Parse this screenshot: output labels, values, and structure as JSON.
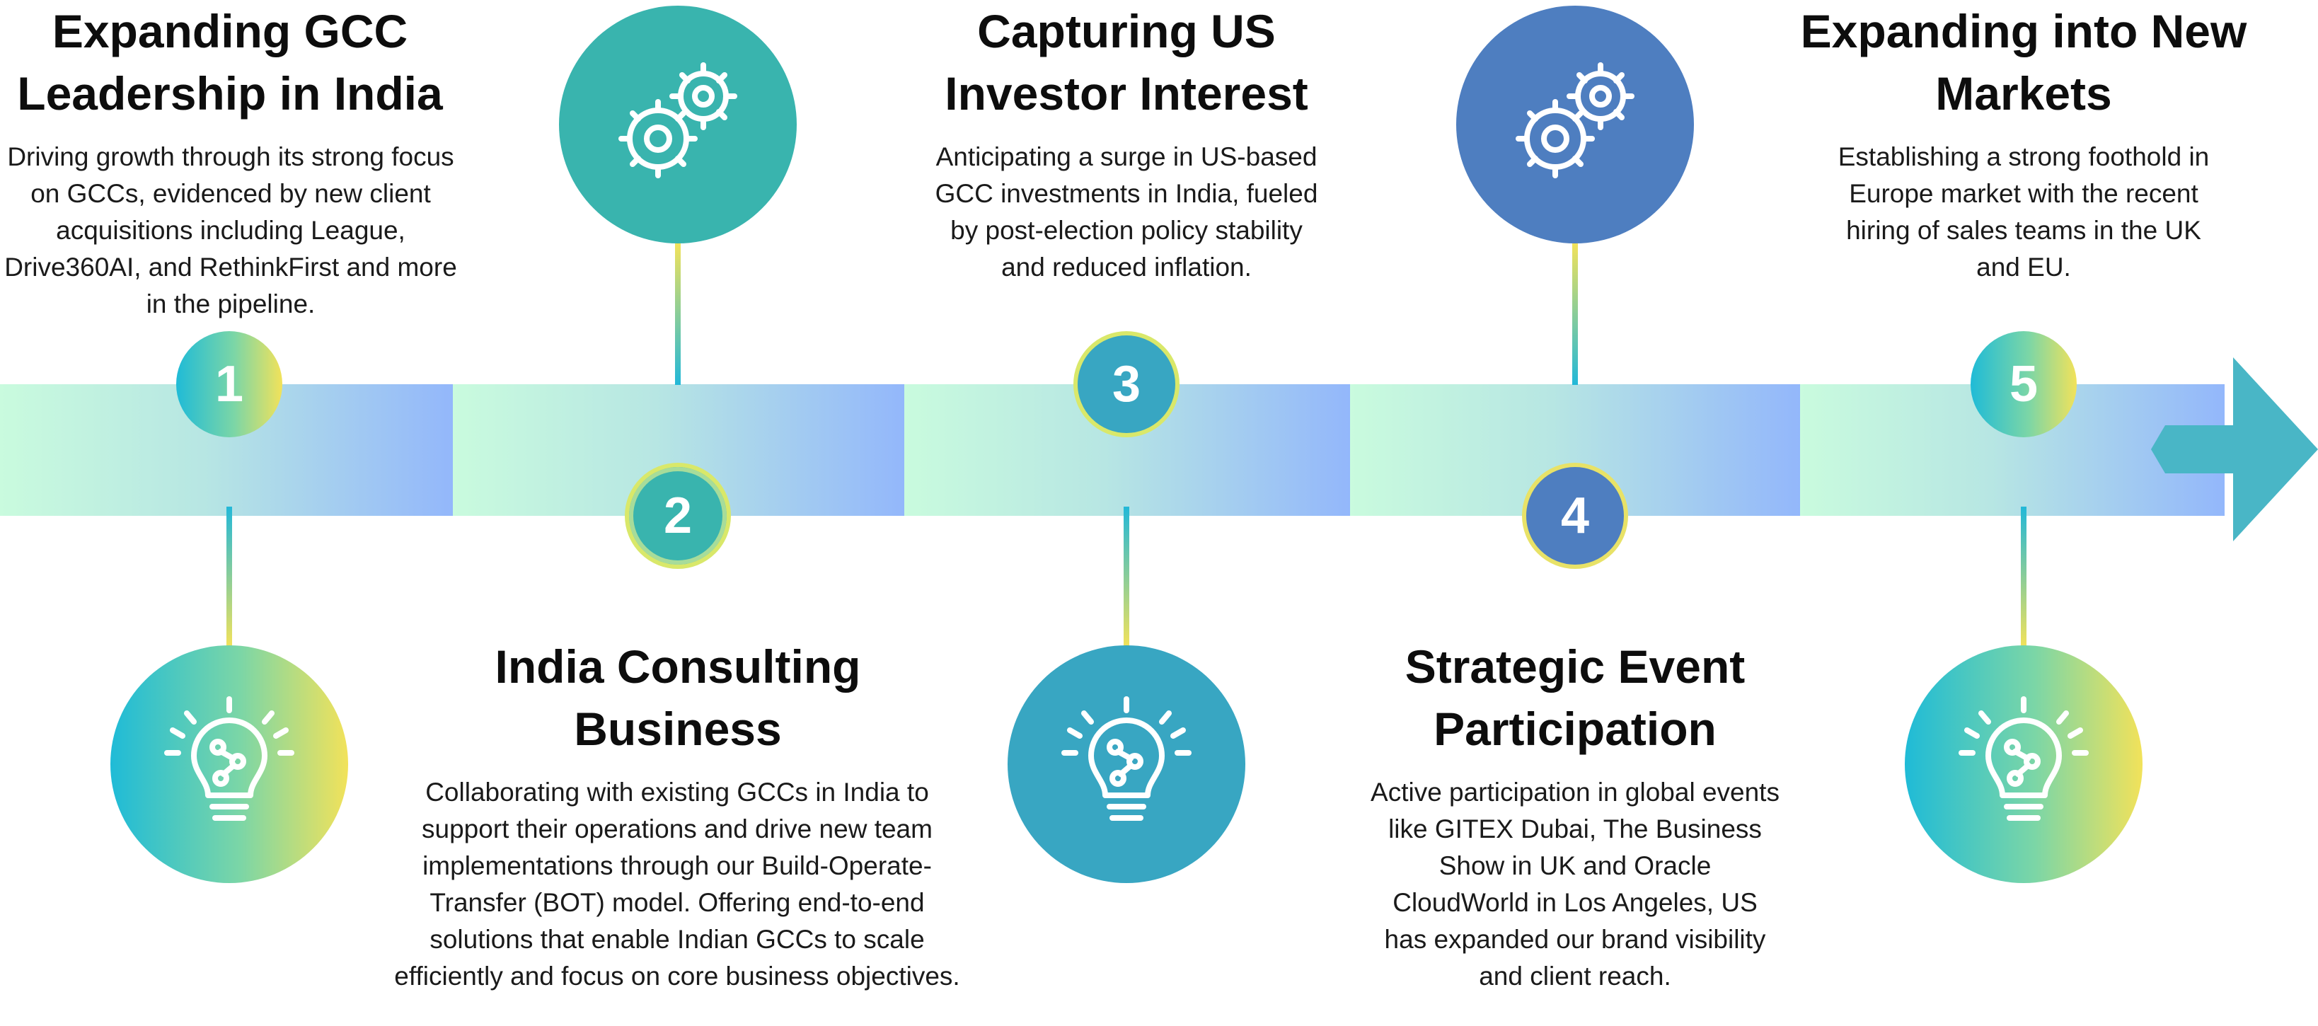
{
  "colors": {
    "band_start": "#c9fbde",
    "band_end": "#93b7fb",
    "teal": "#39b4ae",
    "blue": "#4e7ec0",
    "cyan_blue": "#38a6c2",
    "yellow": "#f7e25e",
    "arrow": "#49b6c6"
  },
  "milestones": [
    {
      "number": "1",
      "title_lines": [
        "Expanding GCC",
        "Leadership in India"
      ],
      "description": "Driving growth through its strong focus on GCCs, evidenced by new client acquisitions including League, Drive360AI, and RethinkFirst and more in the pipeline.",
      "icon": "lightbulb-icon"
    },
    {
      "number": "2",
      "title_lines": [
        "India Consulting",
        "Business"
      ],
      "description": "Collaborating with existing GCCs in India to support their operations and drive new team implementations through our Build-Operate-Transfer (BOT) model. Offering end-to-end solutions that enable Indian GCCs to scale efficiently and focus on core business objectives.",
      "icon": "gears-icon"
    },
    {
      "number": "3",
      "title_lines": [
        "Capturing US",
        "Investor Interest"
      ],
      "description": "Anticipating a surge in US-based GCC investments in India, fueled by post-election policy stability and reduced inflation.",
      "icon": "lightbulb-icon"
    },
    {
      "number": "4",
      "title_lines": [
        "Strategic Event",
        "Participation"
      ],
      "description": "Active participation in global events like GITEX Dubai, The Business Show in UK and Oracle CloudWorld in Los Angeles, US has expanded our brand visibility and client reach.",
      "icon": "gears-icon"
    },
    {
      "number": "5",
      "title_lines": [
        "Expanding into New",
        "Markets"
      ],
      "description": "Establishing a strong foothold in Europe market with the recent hiring of sales teams in the UK and EU.",
      "icon": "lightbulb-icon"
    }
  ]
}
